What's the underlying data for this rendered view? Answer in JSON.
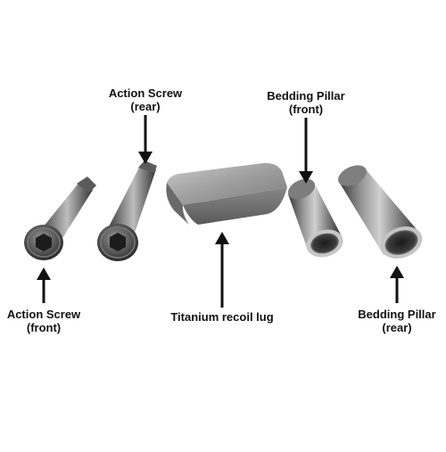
{
  "labels": {
    "action_screw_rear": {
      "line1": "Action Screw",
      "line2": "(rear)"
    },
    "bedding_pillar_front": {
      "line1": "Bedding Pillar",
      "line2": "(front)"
    },
    "action_screw_front": {
      "line1": "Action Screw",
      "line2": "(front)"
    },
    "recoil_lug": {
      "line1": "Titanium recoil lug"
    },
    "bedding_pillar_rear": {
      "line1": "Bedding Pillar",
      "line2": "(rear)"
    }
  },
  "colors": {
    "background": "#ffffff",
    "text": "#111111",
    "arrow": "#111111",
    "metal_dark": "#3a3a3a",
    "metal_mid": "#6e6e6e",
    "metal_light": "#b5b5b5",
    "lug_face": "#9a9a9a"
  }
}
